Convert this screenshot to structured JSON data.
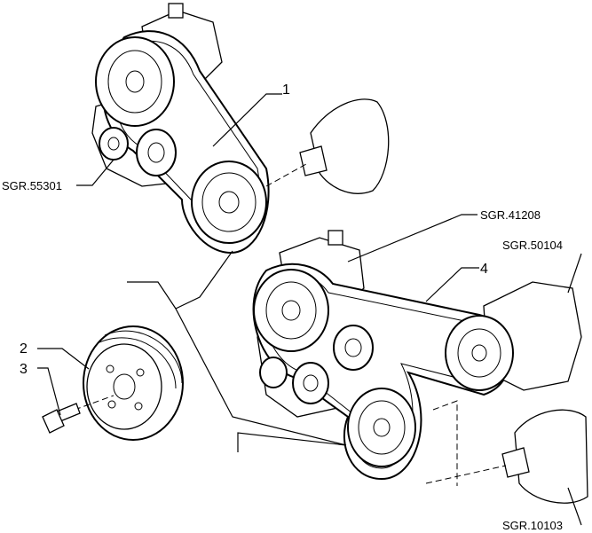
{
  "callouts": {
    "item1": "1",
    "item2": "2",
    "item3": "3",
    "item4": "4",
    "sgr_55301": "SGR.55301",
    "sgr_41208": "SGR.41208",
    "sgr_50104": "SGR.50104",
    "sgr_10103": "SGR.10103"
  }
}
